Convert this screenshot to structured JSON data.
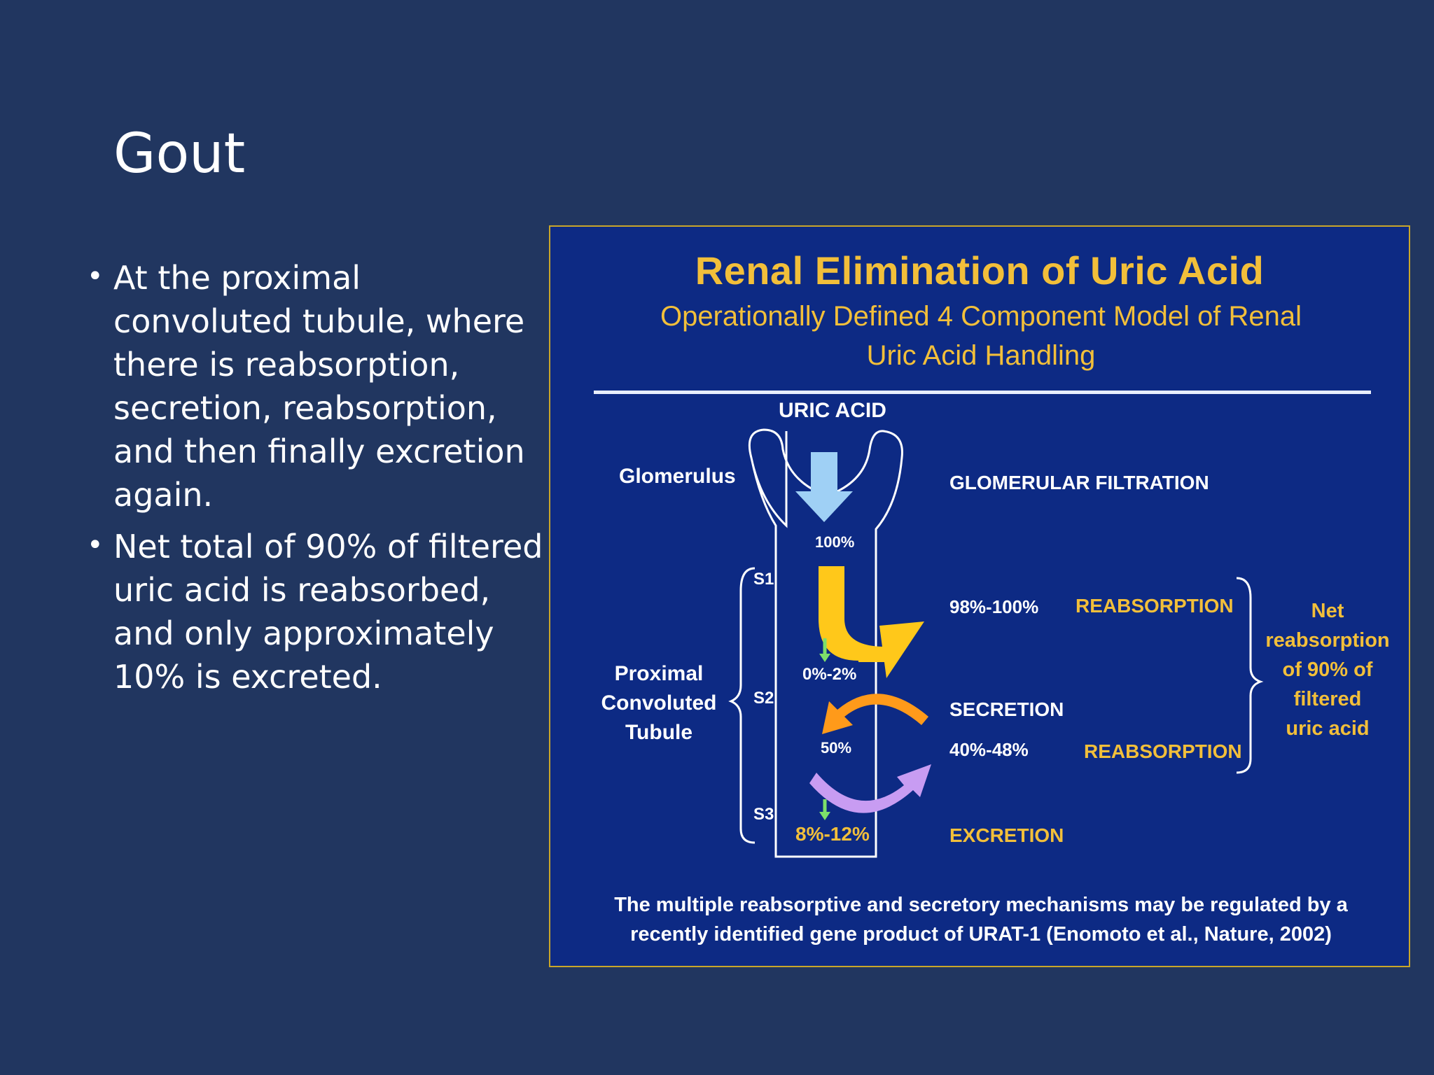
{
  "slide": {
    "title": "Gout",
    "bullets": [
      "At the proximal convoluted tubule, where there is reabsorption, secretion, reabsorption, and then finally excretion again.",
      "Net total of 90% of filtered uric acid is reabsorbed, and only approximately 10% is excreted."
    ]
  },
  "figure": {
    "title": "Renal Elimination of Uric Acid",
    "subtitle": "Operationally Defined 4 Component Model of Renal Uric Acid Handling",
    "labels": {
      "uric_acid": "URIC ACID",
      "glomerulus": "Glomerulus",
      "glomerular_filtration": "GLOMERULAR FILTRATION",
      "pct_100": "100%",
      "s1": "S1",
      "s2": "S2",
      "s3": "S3",
      "proximal_line1": "Proximal",
      "proximal_line2": "Convoluted",
      "proximal_line3": "Tubule",
      "pct_98_100": "98%-100%",
      "reabsorption_1": "REABSORPTION",
      "pct_0_2": "0%-2%",
      "secretion": "SECRETION",
      "pct_50": "50%",
      "pct_40_48": "40%-48%",
      "reabsorption_2": "REABSORPTION",
      "pct_8_12": "8%-12%",
      "excretion": "EXCRETION",
      "net_line1": "Net",
      "net_line2": "reabsorption",
      "net_line3": "of 90% of",
      "net_line4": "filtered",
      "net_line5": "uric acid"
    },
    "caption_line1": "The multiple reabsorptive and secretory mechanisms may be regulated by a",
    "caption_line2": "recently identified gene product of URAT-1 (Enomoto et al., Nature, 2002)",
    "colors": {
      "panel_bg": "#0d2a84",
      "border": "#c9a62a",
      "title": "#f2bf3a",
      "filtration_arrow": "#9fd0f5",
      "reabsorption_arrow": "#ffc81a",
      "secretion_arrow": "#ff9a1a",
      "reabsorption2_arrow": "#c89cf2",
      "excretion_arrow": "#7de06a"
    }
  }
}
